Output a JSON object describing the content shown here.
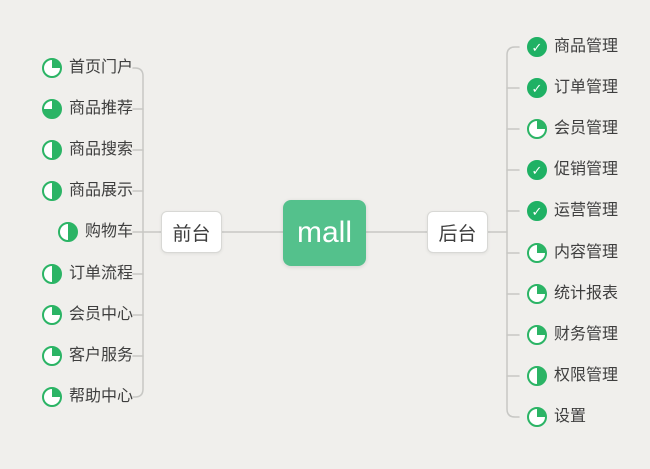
{
  "root": {
    "label": "mall"
  },
  "colors": {
    "background": "#f0efec",
    "root_node_green": "#54c18c",
    "progress_icon_green": "#2bb465",
    "done_icon_green": "#1fb164",
    "connector_line": "#c7c7c4",
    "node_border": "#d8d8d5",
    "topic_text": "#3e3e3e"
  },
  "left_branch": {
    "label": "前台",
    "items": [
      {
        "label": "首页门户",
        "progress": "25%",
        "icon": "progress-pie-icon",
        "icon_class": "pie p25"
      },
      {
        "label": "商品推荐",
        "progress": "75%",
        "icon": "progress-pie-icon",
        "icon_class": "pie p75"
      },
      {
        "label": "商品搜索",
        "progress": "50%",
        "icon": "progress-pie-icon",
        "icon_class": "pie p50"
      },
      {
        "label": "商品展示",
        "progress": "50%",
        "icon": "progress-pie-icon",
        "icon_class": "pie p50"
      },
      {
        "label": "购物车",
        "progress": "50%",
        "icon": "progress-pie-icon",
        "icon_class": "pie p50"
      },
      {
        "label": "订单流程",
        "progress": "50%",
        "icon": "progress-pie-icon",
        "icon_class": "pie p50"
      },
      {
        "label": "会员中心",
        "progress": "25%",
        "icon": "progress-pie-icon",
        "icon_class": "pie p25"
      },
      {
        "label": "客户服务",
        "progress": "25%",
        "icon": "progress-pie-icon",
        "icon_class": "pie p25"
      },
      {
        "label": "帮助中心",
        "progress": "25%",
        "icon": "progress-pie-icon",
        "icon_class": "pie p25"
      }
    ]
  },
  "right_branch": {
    "label": "后台",
    "items": [
      {
        "label": "商品管理",
        "progress": "100%",
        "icon": "task-done-check-icon",
        "icon_class": "pie done"
      },
      {
        "label": "订单管理",
        "progress": "100%",
        "icon": "task-done-check-icon",
        "icon_class": "pie done"
      },
      {
        "label": "会员管理",
        "progress": "25%",
        "icon": "progress-pie-icon",
        "icon_class": "pie p25"
      },
      {
        "label": "促销管理",
        "progress": "100%",
        "icon": "task-done-check-icon",
        "icon_class": "pie done"
      },
      {
        "label": "运营管理",
        "progress": "100%",
        "icon": "task-done-check-icon",
        "icon_class": "pie done"
      },
      {
        "label": "内容管理",
        "progress": "25%",
        "icon": "progress-pie-icon",
        "icon_class": "pie p25"
      },
      {
        "label": "统计报表",
        "progress": "25%",
        "icon": "progress-pie-icon",
        "icon_class": "pie p25"
      },
      {
        "label": "财务管理",
        "progress": "25%",
        "icon": "progress-pie-icon",
        "icon_class": "pie p25"
      },
      {
        "label": "权限管理",
        "progress": "50%",
        "icon": "progress-pie-icon",
        "icon_class": "pie p50"
      },
      {
        "label": "设置",
        "progress": "25%",
        "icon": "progress-pie-icon",
        "icon_class": "pie p25"
      }
    ]
  }
}
